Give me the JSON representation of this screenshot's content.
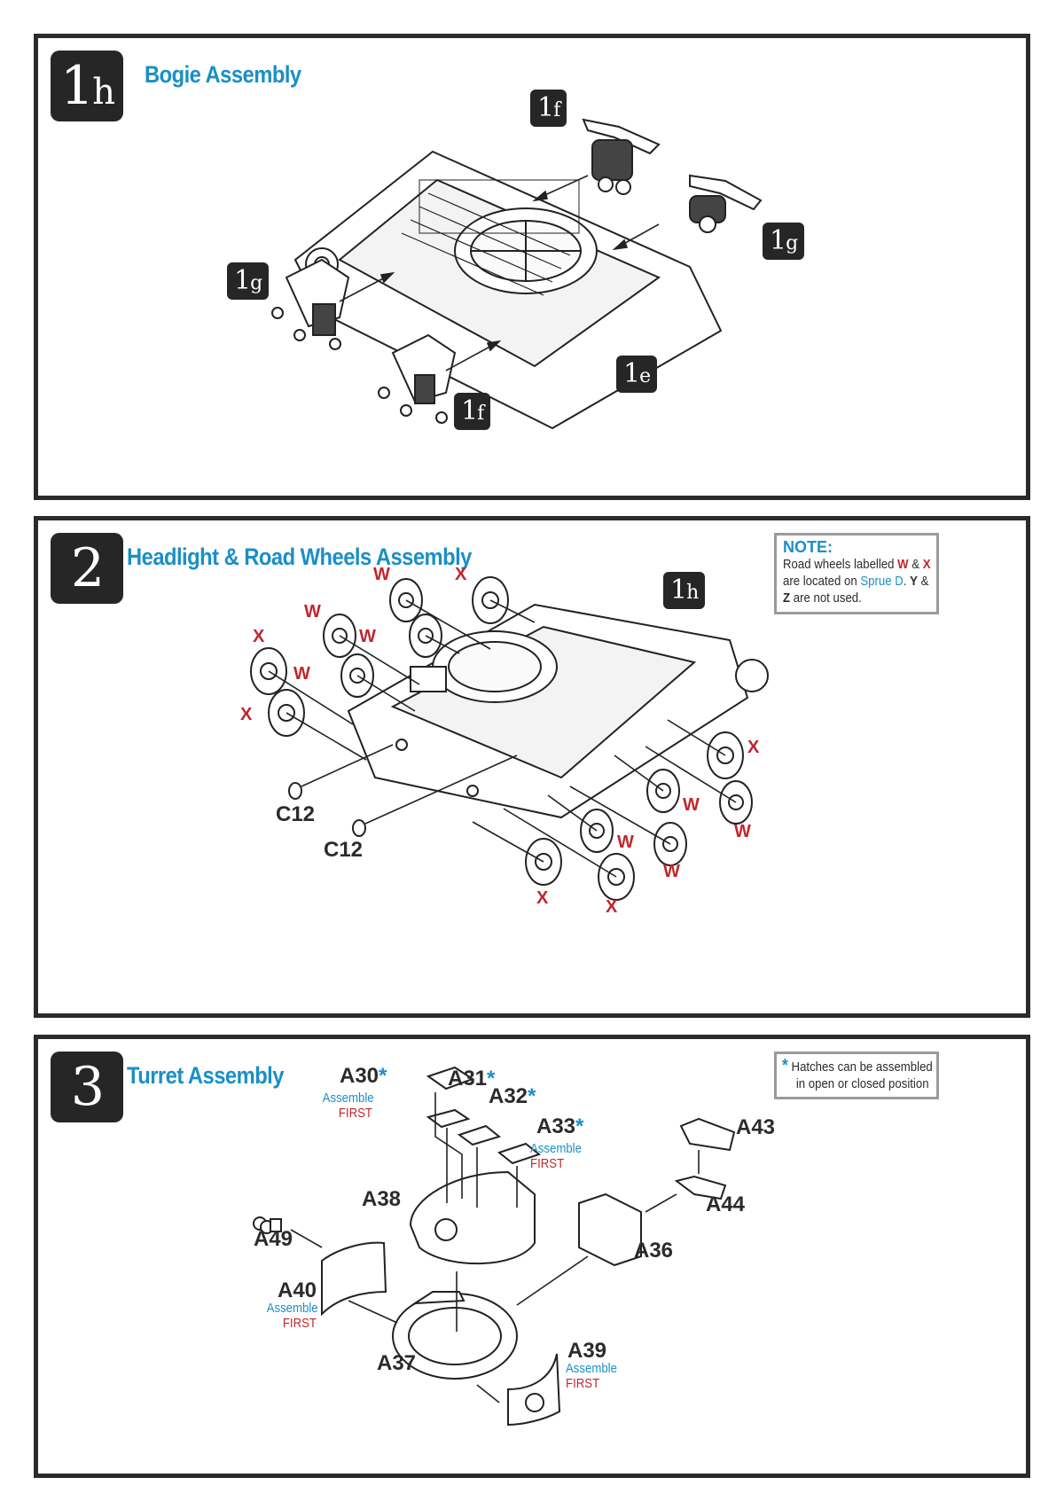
{
  "steps": [
    {
      "number": "1",
      "suffix": "h",
      "title": "Bogie Assembly",
      "references": [
        {
          "number": "1",
          "suffix": "f"
        },
        {
          "number": "1",
          "suffix": "g"
        },
        {
          "number": "1",
          "suffix": "g"
        },
        {
          "number": "1",
          "suffix": "f"
        },
        {
          "number": "1",
          "suffix": "e"
        }
      ]
    },
    {
      "number": "2",
      "title": "Headlight & Road Wheels Assembly",
      "reference": {
        "number": "1",
        "suffix": "h"
      },
      "note": {
        "heading": "NOTE:",
        "line1_pre": "Road wheels labelled ",
        "w": "W",
        "amp": " & ",
        "x": "X",
        "line2_pre": "are located on ",
        "sprue": "Sprue D",
        "line2_post": ".  ",
        "y": "Y",
        "amp2": " &",
        "z": "Z",
        "line3_post": " are not used."
      },
      "wheel_labels": [
        "W",
        "X",
        "W",
        "W",
        "X",
        "W",
        "X",
        "X",
        "W",
        "W",
        "W",
        "W",
        "X",
        "X"
      ],
      "parts": [
        "C12",
        "C12"
      ]
    },
    {
      "number": "3",
      "title": "Turret Assembly",
      "note": {
        "star": "*",
        "line1": "Hatches can be assembled",
        "line2": "in open or closed position"
      },
      "parts": {
        "a30": "A30",
        "a31": "A31",
        "a32": "A32",
        "a33": "A33",
        "a38": "A38",
        "a49": "A49",
        "a40": "A40",
        "a37": "A37",
        "a39": "A39",
        "a36": "A36",
        "a43": "A43",
        "a44": "A44"
      },
      "star": "*",
      "assemble": "Assemble",
      "first": "FIRST"
    }
  ]
}
